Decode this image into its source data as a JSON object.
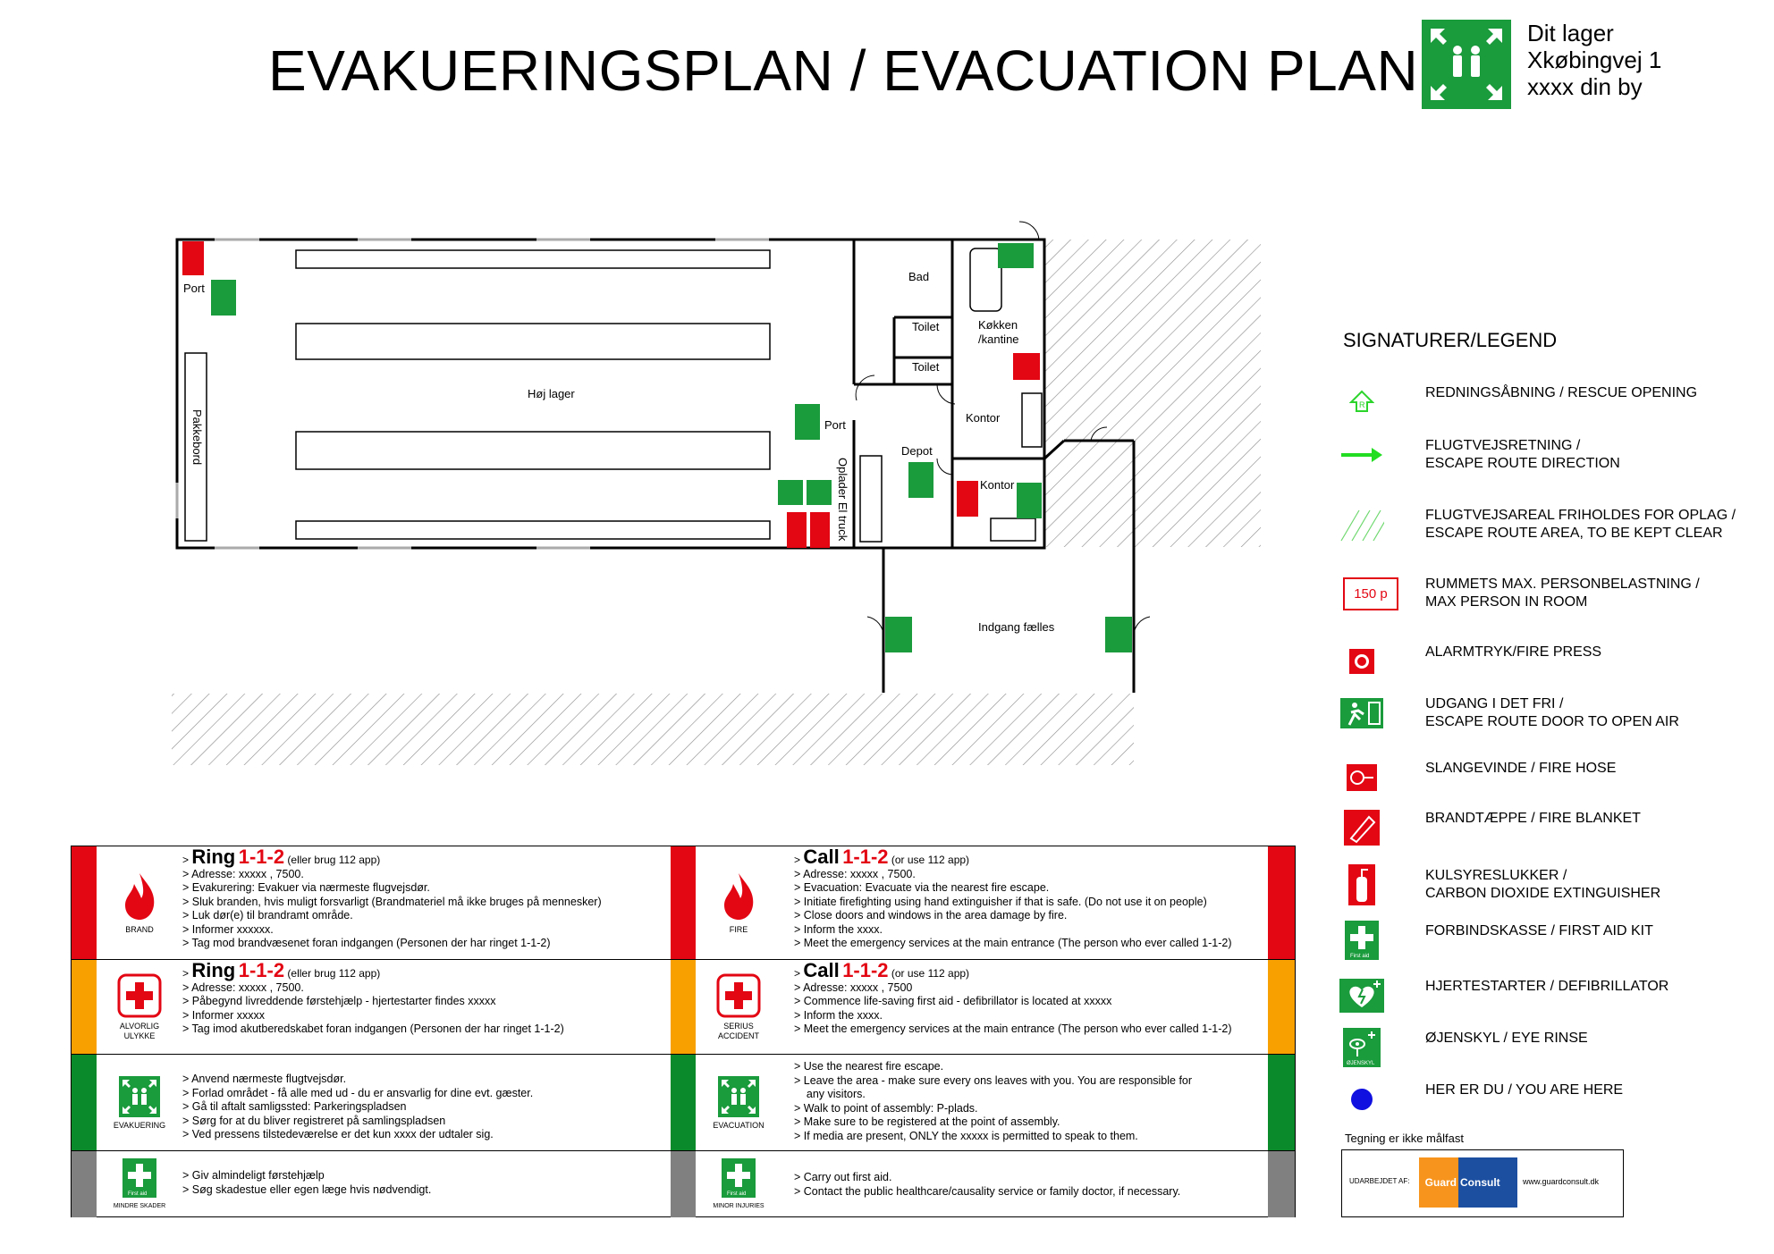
{
  "title": "EVAKUERINGSPLAN / EVACUATION PLAN",
  "address": {
    "line1": "Dit lager",
    "line2": "Xkøbingvej 1",
    "line3": "xxxx din by"
  },
  "rooms": {
    "main": "Høj lager",
    "port_left": "Port",
    "pakkebord": "Pakkebord",
    "bad": "Bad",
    "toilet1": "Toilet",
    "toilet2": "Toilet",
    "kitchen": "Køkken\n/kantine",
    "port_right": "Port",
    "kontor1": "Kontor",
    "depot": "Depot",
    "kontor2": "Kontor",
    "oplader": "Oplader El truck",
    "entrance": "Indgang fælles"
  },
  "legend": {
    "title": "SIGNATURER/LEGEND",
    "items": [
      {
        "icon": "rescue-opening-icon",
        "text": "REDNINGSÅBNING / RESCUE OPENING"
      },
      {
        "icon": "escape-direction-arrow-icon",
        "text": "FLUGTVEJSRETNING /\nESCAPE ROUTE DIRECTION"
      },
      {
        "icon": "hatched-area-icon",
        "text": "FLUGTVEJSAREAL FRIHOLDES FOR OPLAG /\nESCAPE ROUTE AREA, TO BE KEPT CLEAR"
      },
      {
        "icon": "max-persons-icon",
        "text": "RUMMETS MAX. PERSONBELASTNING /\nMAX PERSON IN ROOM",
        "badge": "150 p"
      },
      {
        "icon": "alarm-press-icon",
        "text": "ALARMTRYK/FIRE PRESS"
      },
      {
        "icon": "emergency-exit-icon",
        "text": "UDGANG I DET FRI /\nESCAPE ROUTE DOOR TO OPEN AIR"
      },
      {
        "icon": "fire-hose-icon",
        "text": "SLANGEVINDE / FIRE HOSE"
      },
      {
        "icon": "fire-blanket-icon",
        "text": "BRANDTÆPPE / FIRE BLANKET"
      },
      {
        "icon": "extinguisher-icon",
        "text": "KULSYRESLUKKER /\nCARBON DIOXIDE EXTINGUISHER"
      },
      {
        "icon": "first-aid-icon",
        "text": "FORBINDSKASSE / FIRST AID KIT"
      },
      {
        "icon": "defibrillator-icon",
        "text": "HJERTESTARTER / DEFIBRILLATOR"
      },
      {
        "icon": "eye-rinse-icon",
        "text": "ØJENSKYL / EYE RINSE"
      },
      {
        "icon": "you-are-here-icon",
        "text": "HER ER DU / YOU ARE HERE"
      }
    ],
    "note": "Tegning er ikke målfast",
    "credit_label": "UDARBEJDET AF:",
    "credit_logo_left": "Guard",
    "credit_logo_right": "Consult",
    "credit_url": "www.guardconsult.dk",
    "first_aid_caption": "First aid",
    "eye_rinse_caption": "ØJENSKYL"
  },
  "colors": {
    "red": "#e30613",
    "orange": "#f7a000",
    "green": "#0a8a2a",
    "grey": "#808080",
    "sign_green": "#1a9b3c"
  },
  "instructions": {
    "fire_da": {
      "caption": "BRAND",
      "ring": "Ring",
      "num": "1-1-2",
      "extra": " (eller brug 112 app)",
      "lines": [
        "> Adresse: xxxxx , 7500.",
        "> Evakurering: Evakuer via nærmeste flugvejsdør.",
        "> Sluk branden, hvis muligt forsvarligt (Brandmateriel må ikke bruges på mennesker)",
        "> Luk dør(e) til brandramt område.",
        "> Informer xxxxxx.",
        "> Tag mod brandvæsenet foran indgangen (Personen der har ringet 1-1-2)"
      ]
    },
    "fire_en": {
      "caption": "FIRE",
      "ring": "Call",
      "num": "1-1-2",
      "extra": " (or use 112 app)",
      "lines": [
        "> Adresse: xxxxx , 7500.",
        "> Evacuation: Evacuate via the nearest fire escape.",
        "> Initiate firefighting using hand extinguisher if that is safe. (Do not use it on people)",
        "> Close doors and windows in the area damage by fire.",
        "> Inform the xxxx.",
        "> Meet the emergency services at the main entrance (The person who ever called 1-1-2)"
      ]
    },
    "accident_da": {
      "caption": "ALVORLIG\nULYKKE",
      "ring": "Ring",
      "num": "1-1-2",
      "extra": " (eller brug 112 app)",
      "lines": [
        "> Adresse: xxxxx , 7500.",
        "> Påbegynd livreddende førstehjælp - hjertestarter findes xxxxx",
        "> Informer xxxxx",
        "> Tag imod akutberedskabet foran indgangen (Personen der har ringet 1-1-2)"
      ]
    },
    "accident_en": {
      "caption": "SERIUS\nACCIDENT",
      "ring": "Call",
      "num": "1-1-2",
      "extra": " (or use 112 app)",
      "lines": [
        "> Adresse: xxxxx , 7500",
        "> Commence life-saving first aid - defibrillator is located at xxxxx",
        "> Inform the xxxx.",
        "> Meet the emergency services at the main entrance (The person who ever called 1-1-2)"
      ]
    },
    "evac_da": {
      "caption": "EVAKUERING",
      "lines": [
        "> Anvend nærmeste flugtvejsdør.",
        "> Forlad området - få alle med ud - du er ansvarlig for dine evt. gæster.",
        "> Gå til aftalt samligssted: Parkeringspladsen",
        "> Sørg for at du bliver registreret på samlingspladsen",
        "> Ved pressens tilstedeværelse er det kun xxxx der udtaler sig."
      ]
    },
    "evac_en": {
      "caption": "EVACUATION",
      "lines": [
        "> Use the nearest fire escape.",
        "> Leave the area - make sure every ons leaves with you. You are responsible for",
        "    any visitors.",
        "> Walk to point of assembly: P-plads.",
        "> Make sure to be registered at the point of assembly.",
        "> If media are present, ONLY the xxxxx is permitted to speak to them."
      ]
    },
    "minor_da": {
      "caption": "MINDRE SKADER",
      "lines": [
        "> Giv almindeligt førstehjælp",
        "> Søg skadestue eller egen læge hvis nødvendigt."
      ]
    },
    "minor_en": {
      "caption": "MINOR INJURIES",
      "lines": [
        "> Carry out first aid.",
        "> Contact the public healthcare/causality service or family doctor, if necessary."
      ]
    }
  }
}
